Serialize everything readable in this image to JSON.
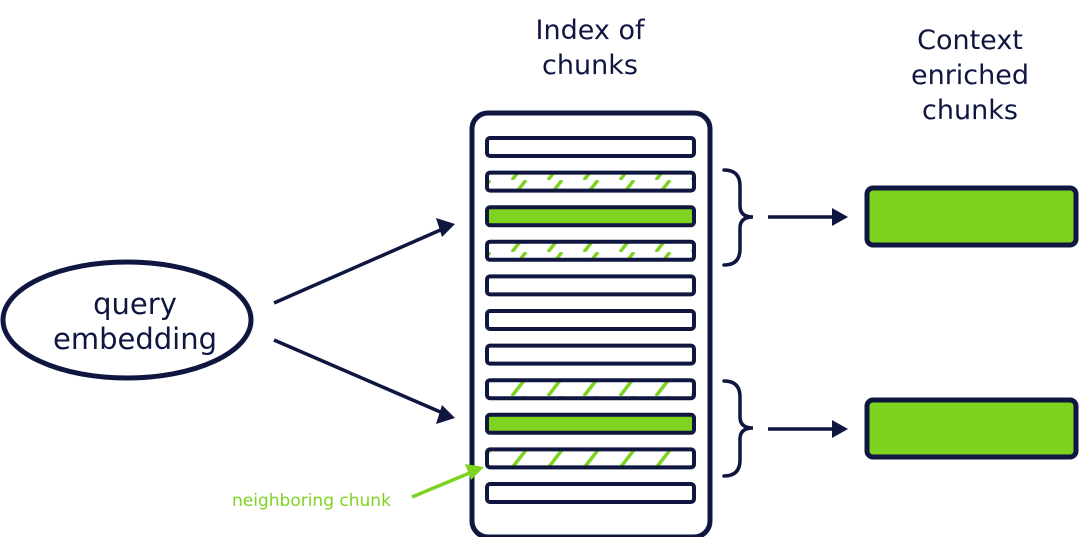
{
  "query_node": {
    "label": "query\nembedding"
  },
  "index": {
    "title": "Index of\nchunks",
    "chunk_states": [
      "plain",
      "neighbor",
      "match",
      "neighbor",
      "plain",
      "plain",
      "plain",
      "neighbor",
      "match",
      "neighbor",
      "plain"
    ]
  },
  "output": {
    "title": "Context\nenriched\nchunks",
    "count": 2
  },
  "annotation": {
    "label": "neighboring chunk"
  },
  "colors": {
    "ink": "#0f1640",
    "accent": "#7ed321",
    "background": "#ffffff"
  }
}
